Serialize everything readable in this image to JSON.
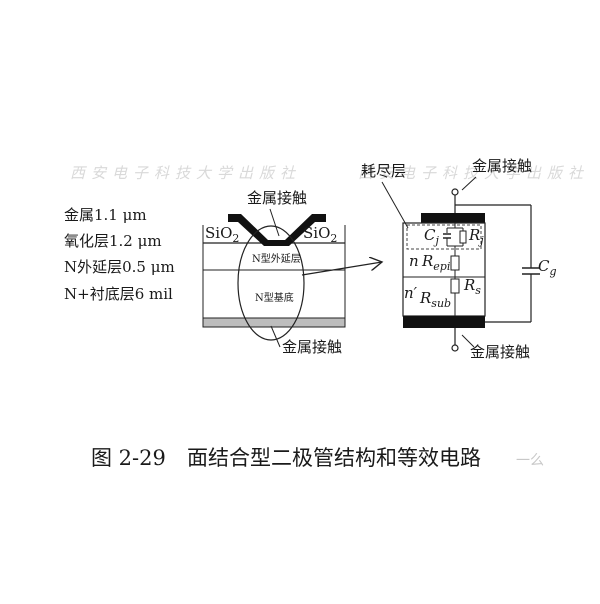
{
  "watermark": {
    "text": "西安电子科技大学出版社"
  },
  "layer_specs": [
    "金属1.1 μm",
    "氧化层1.2 μm",
    "N外延层0.5 μm",
    "N+衬底层6 mil"
  ],
  "structure": {
    "metal_contact_top": "金属接触",
    "sio2": "SiO",
    "sio2_sub": "2",
    "n_epi": "N型外延层",
    "n_substrate": "N型基底",
    "metal_contact_bottom": "金属接触"
  },
  "circuit": {
    "depletion_layer": "耗尽层",
    "metal_contact_top": "金属接触",
    "metal_contact_bottom": "金属接触",
    "cj": "C",
    "cj_sub": "j",
    "rj": "R",
    "rj_sub": "j",
    "n": "n",
    "r_epi": "R",
    "r_epi_sub": "epi",
    "rs": "R",
    "rs_sub": "s",
    "n_prime": "n′",
    "r_sub": "R",
    "r_sub_sub": "sub",
    "cg": "C",
    "cg_sub": "g"
  },
  "caption": {
    "number": "图 2-29",
    "title": "面结合型二极管结构和等效电路"
  },
  "credit_fragment": "一么"
}
